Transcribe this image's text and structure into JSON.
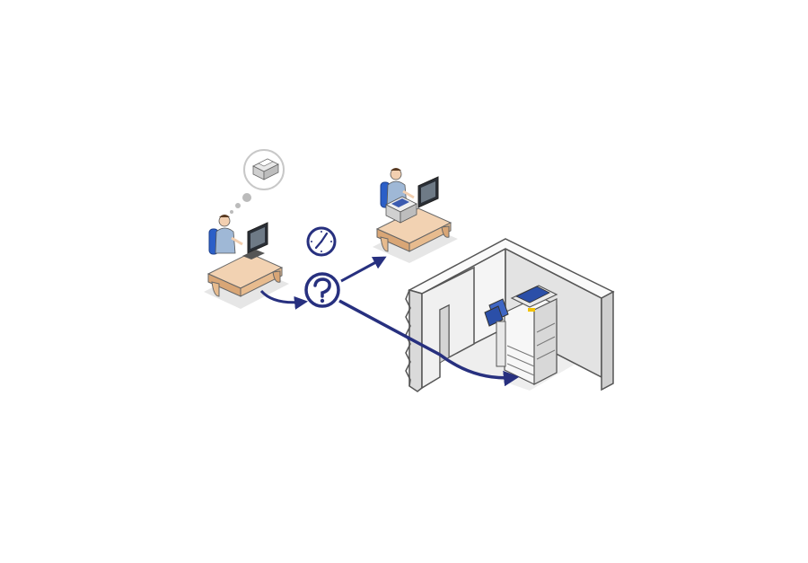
{
  "diagram": {
    "nodes": [
      {
        "id": "user-a",
        "kind": "person-at-desk",
        "thought": "printer"
      },
      {
        "id": "user-b",
        "kind": "person-at-desk-with-printer"
      },
      {
        "id": "decision",
        "kind": "question-mark"
      },
      {
        "id": "timer",
        "kind": "clock"
      },
      {
        "id": "copier-room",
        "kind": "multifunction-printer-in-room"
      }
    ],
    "edges": [
      {
        "from": "user-a",
        "to": "decision"
      },
      {
        "from": "decision",
        "to": "user-b"
      },
      {
        "from": "decision",
        "to": "copier-room"
      }
    ],
    "colors": {
      "flow": "#27307f",
      "desk_top": "#f2d2b2",
      "desk_side": "#d9a676",
      "shirt": "#9fb8d6",
      "chair": "#2b5fc8",
      "wall_face": "#f3f3f3",
      "wall_side": "#dcdcdc"
    }
  }
}
